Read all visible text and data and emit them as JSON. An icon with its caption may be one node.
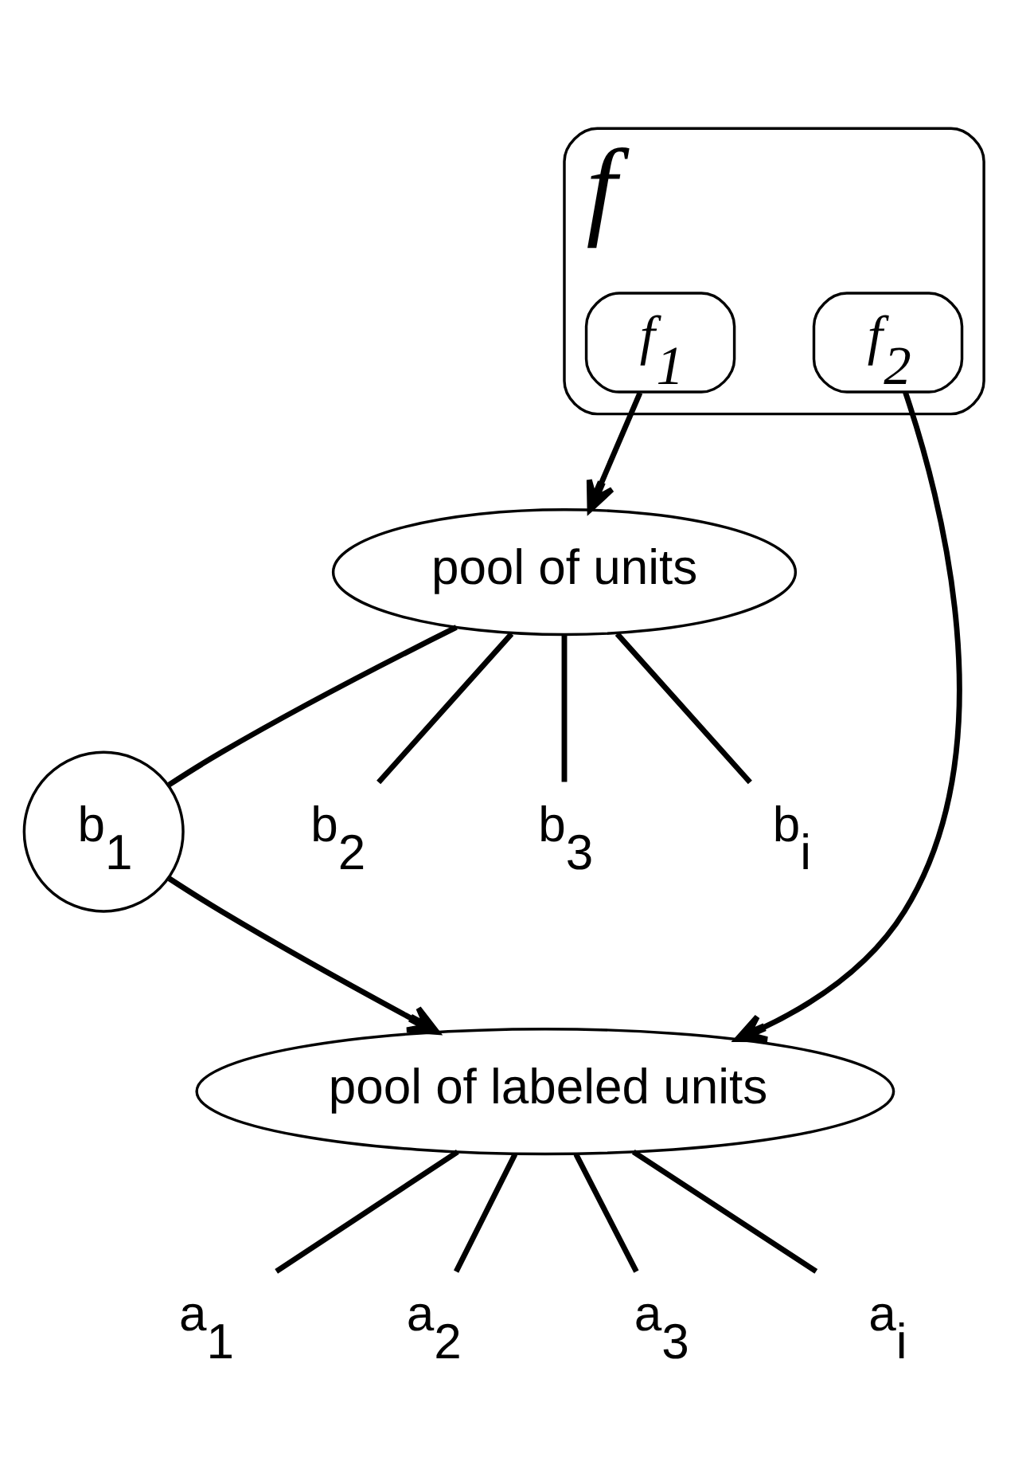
{
  "diagram": {
    "nodes": [
      {
        "text": [
          "f"
        ]
      },
      {
        "text": [
          "f$_{1}$"
        ],
        "in": 0
      },
      {
        "text": [
          "f$_{2}$"
        ],
        "in": 0
      },
      {
        "text": [
          "pool of units"
        ]
      },
      {
        "text": [
          "b$_{1}$"
        ]
      },
      {
        "text": [
          "b$_{2}$"
        ]
      },
      {
        "text": [
          "b$_{3}$"
        ]
      },
      {
        "text": [
          "b$_{i}$"
        ]
      },
      {
        "text": [
          "pool of labeled units"
        ]
      },
      {
        "text": [
          "a$_{1}$"
        ]
      },
      {
        "text": [
          "a$_{2}$"
        ]
      },
      {
        "text": [
          "a$_{3}$"
        ]
      },
      {
        "text": [
          "a$_{i}$"
        ]
      }
    ],
    "edges": [
      {
        "from": 1,
        "to": 3,
        "arrow": "to"
      },
      {
        "from": 3,
        "to": 4,
        "arrow": "none"
      },
      {
        "from": 3,
        "to": 5,
        "arrow": "none"
      },
      {
        "from": 3,
        "to": 6,
        "arrow": "none"
      },
      {
        "from": 3,
        "to": 7,
        "arrow": "none"
      },
      {
        "from": 2,
        "to": 8,
        "arrow": "to"
      },
      {
        "from": 4,
        "to": 8,
        "arrow": "to"
      },
      {
        "from": 8,
        "to": 9,
        "arrow": "none"
      },
      {
        "from": 8,
        "to": 10,
        "arrow": "none"
      },
      {
        "from": 8,
        "to": 11,
        "arrow": "none"
      },
      {
        "from": 8,
        "to": 12,
        "arrow": "none"
      }
    ]
  }
}
